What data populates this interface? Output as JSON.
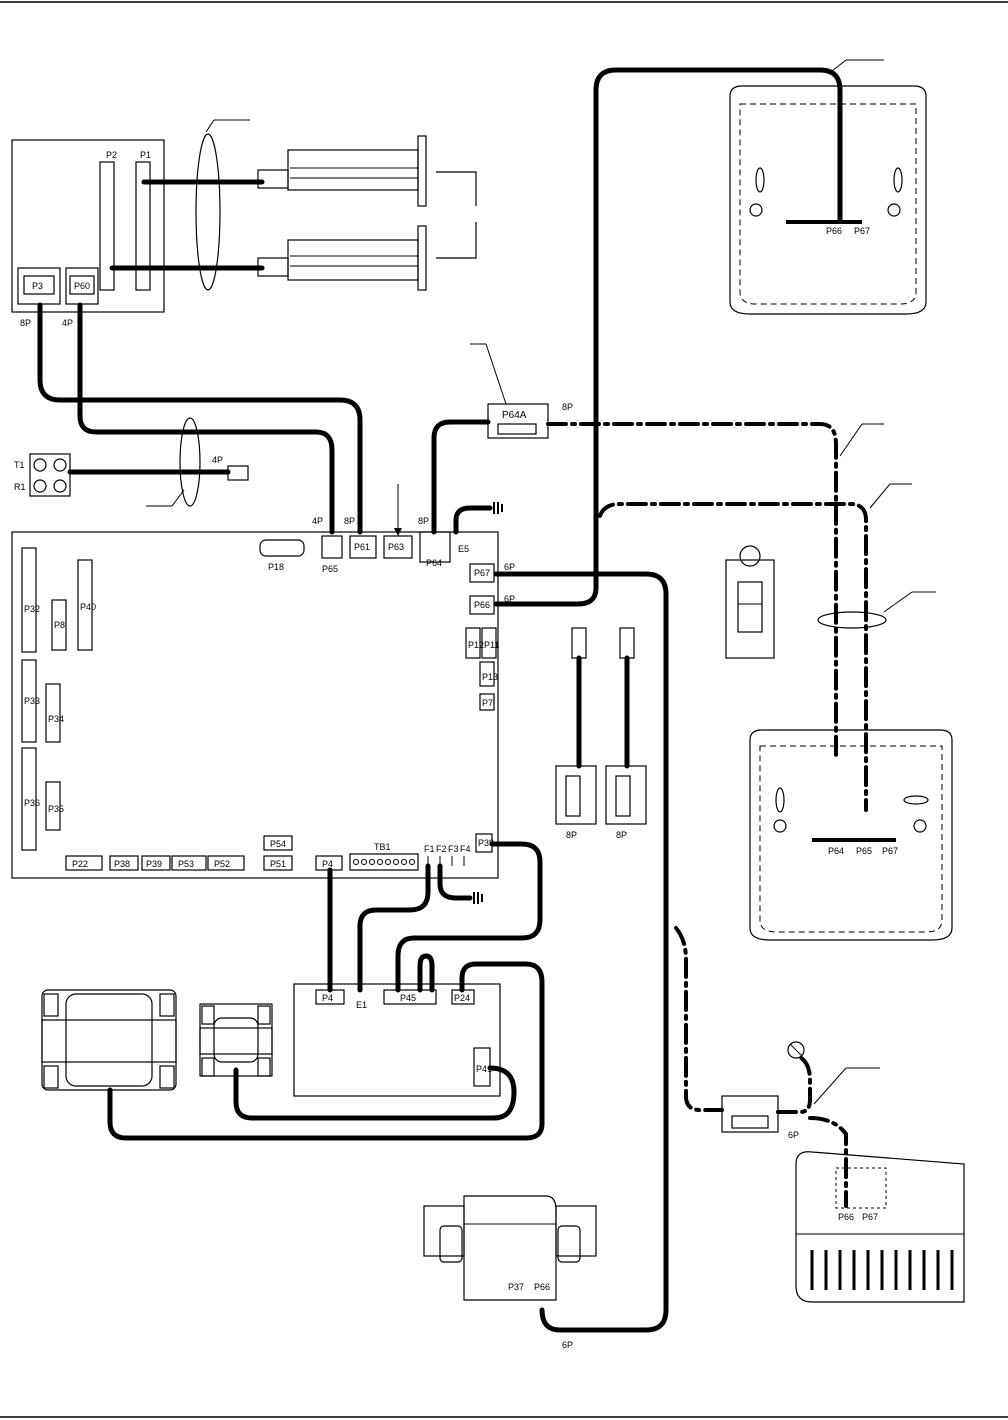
{
  "relay_board": {
    "connectors": [
      "P2",
      "P1",
      "P3",
      "P60"
    ],
    "pins": [
      "8P",
      "4P"
    ]
  },
  "terminal": {
    "labels": [
      "T1",
      "R1"
    ],
    "plug": "4P"
  },
  "main_board": {
    "top_connectors": [
      "P18",
      "P65",
      "P61",
      "P63",
      "P64",
      "E5",
      "P67",
      "P66"
    ],
    "top_pins": [
      "4P",
      "8P",
      "8P",
      "6P",
      "6P"
    ],
    "left_connectors": [
      "P32",
      "P8",
      "P40",
      "P33",
      "P34",
      "P36",
      "P35"
    ],
    "right_connectors": [
      "P12",
      "P11",
      "P13",
      "P7",
      "P39"
    ],
    "bottom_connectors": [
      "P22",
      "P38",
      "P39",
      "P53",
      "P52",
      "P54",
      "P51",
      "P4"
    ],
    "terminal_block": "TB1",
    "fuses": [
      "F1",
      "F2",
      "F3",
      "F4"
    ]
  },
  "power_board": {
    "connectors": [
      "P4",
      "E1",
      "P45",
      "P24",
      "P41"
    ]
  },
  "filter": {
    "label": "P64A",
    "pins": "8P"
  },
  "jacks": {
    "pins": [
      "8P",
      "8P"
    ]
  },
  "phone_top": {
    "ports": [
      "P66",
      "P67"
    ]
  },
  "phone_mid": {
    "ports": [
      "P64",
      "P65",
      "P67"
    ]
  },
  "adapter": {
    "pins": "6P"
  },
  "phone_bottom": {
    "ports": [
      "P66",
      "P67"
    ]
  },
  "dss": {
    "ports": [
      "P37",
      "P66"
    ],
    "pins": "6P"
  }
}
